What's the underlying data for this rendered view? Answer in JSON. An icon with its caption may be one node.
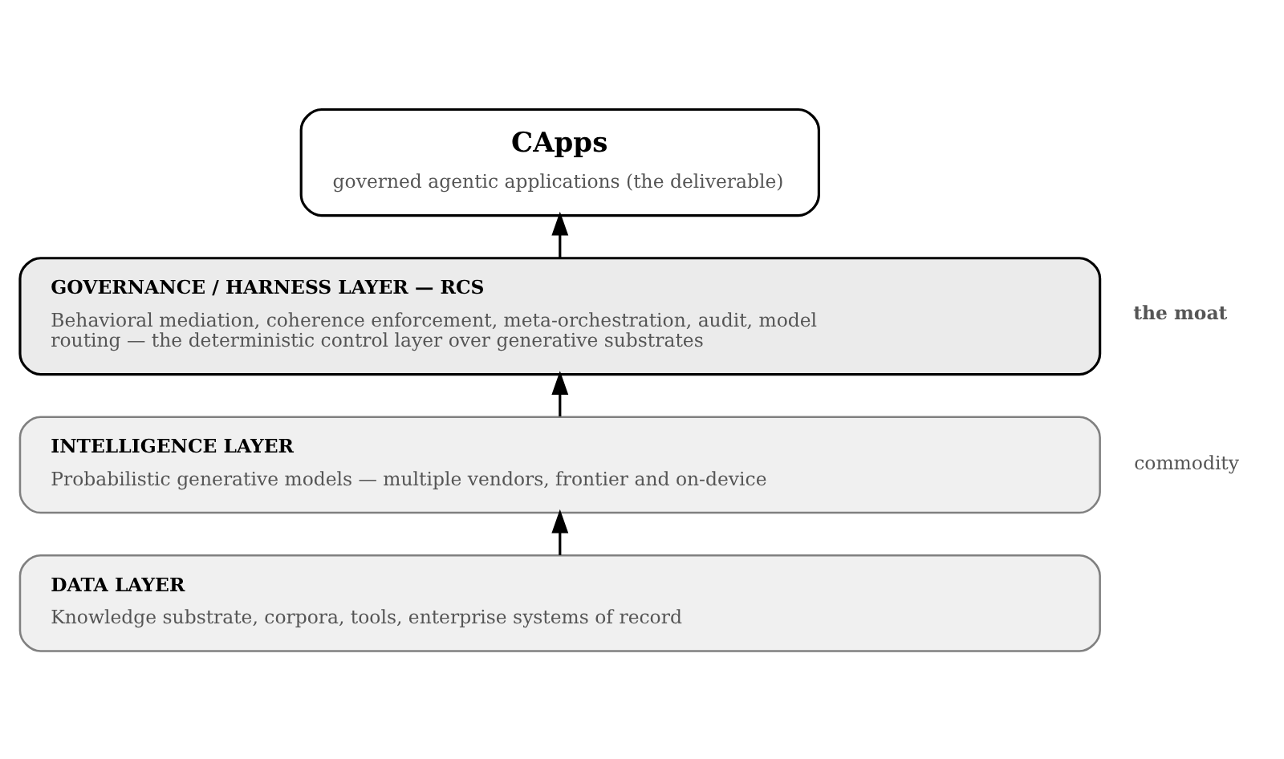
{
  "diagram": {
    "nodes": [
      {
        "text": [
          "CApps",
          "governed agentic applications (the deliverable)"
        ]
      },
      {
        "text": [
          "GOVERNANCE / HARNESS LAYER — RCS",
          "Behavioral mediation, coherence enforcement, meta-orchestration, audit, model routing — the deterministic control layer over generative substrates"
        ],
        "beside": [
          "the moat"
        ]
      },
      {
        "text": [
          "INTELLIGENCE LAYER",
          "Probabilistic generative models — multiple vendors, frontier and on-device"
        ],
        "beside": [
          "commodity"
        ]
      },
      {
        "text": [
          "DATA LAYER",
          "Knowledge substrate, corpora, tools, enterprise systems of record"
        ]
      }
    ],
    "edges": [
      {
        "from": 3,
        "to": 2,
        "arrow": "to"
      },
      {
        "from": 2,
        "to": 1,
        "arrow": "to"
      },
      {
        "from": 1,
        "to": 0,
        "arrow": "to"
      }
    ]
  }
}
